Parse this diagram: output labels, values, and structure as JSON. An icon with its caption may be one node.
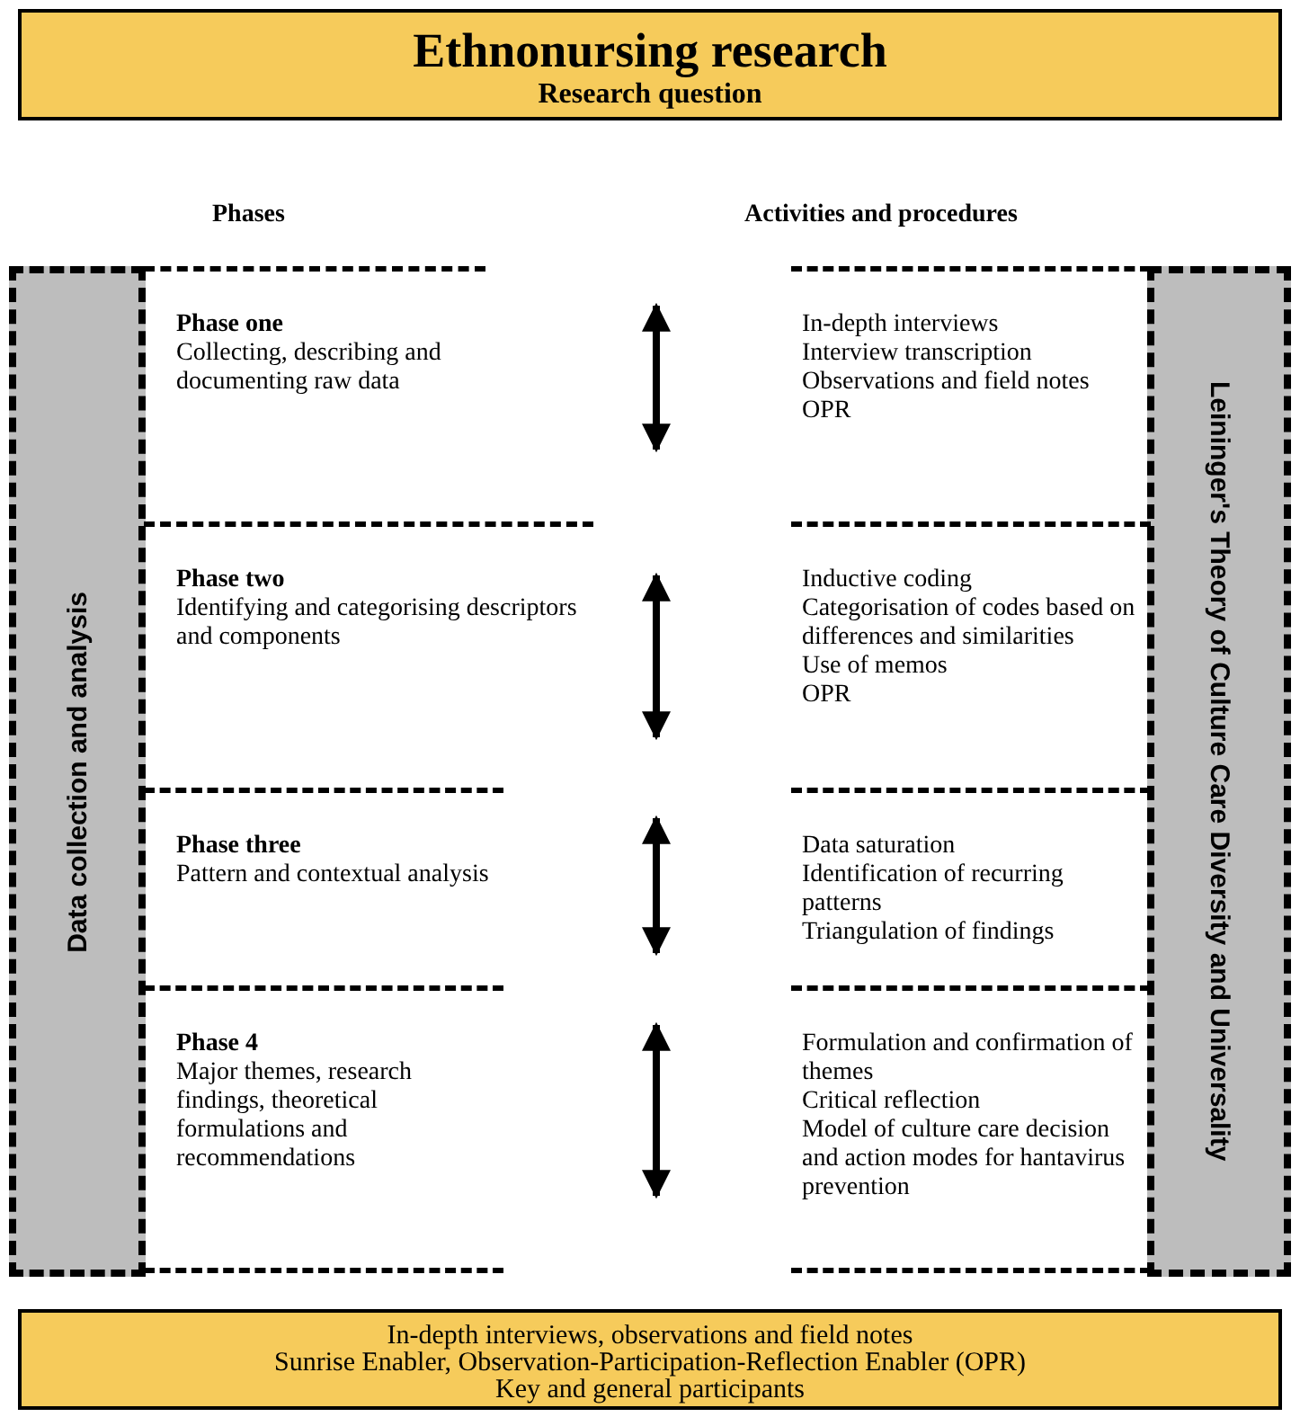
{
  "diagram": {
    "nodes": [
      {
        "text": [
          "Ethnonursing research",
          "Research question"
        ]
      },
      {
        "text": [
          "Data collection and analysis"
        ]
      },
      {
        "text": [
          "Leininger's Theory of Culture Care Diversity and Universality"
        ]
      },
      {
        "text": [
          "Phase one",
          "Collecting, describing and documenting raw data"
        ]
      },
      {
        "text": [
          "Phase two",
          "Identifying and categorising descriptors and components"
        ]
      },
      {
        "text": [
          "Phase three",
          "Pattern and contextual analysis"
        ]
      },
      {
        "text": [
          "Phase 4",
          "Major themes, research findings, theoretical formulations and recommendations"
        ]
      },
      {
        "text": [
          "In-depth interviews",
          "Interview transcription",
          "Observations and field notes",
          "OPR"
        ]
      },
      {
        "text": [
          "Inductive coding",
          "Categorisation of codes based on differences and similarities",
          "Use of memos",
          "OPR"
        ]
      },
      {
        "text": [
          "Data saturation",
          "Identification of recurring patterns",
          "Triangulation of findings"
        ]
      },
      {
        "text": [
          "Formulation and confirmation of themes",
          "Critical reflection",
          "Model of culture care decision and action modes for hantavirus prevention"
        ]
      },
      {
        "text": [
          "In-depth interviews, observations and field notes",
          "Sunrise Enabler, Observation-Participation-Reflection Enabler (OPR)",
          "Key and general participants"
        ]
      }
    ],
    "labels": [
      "Phases",
      "Activities and procedures"
    ]
  }
}
